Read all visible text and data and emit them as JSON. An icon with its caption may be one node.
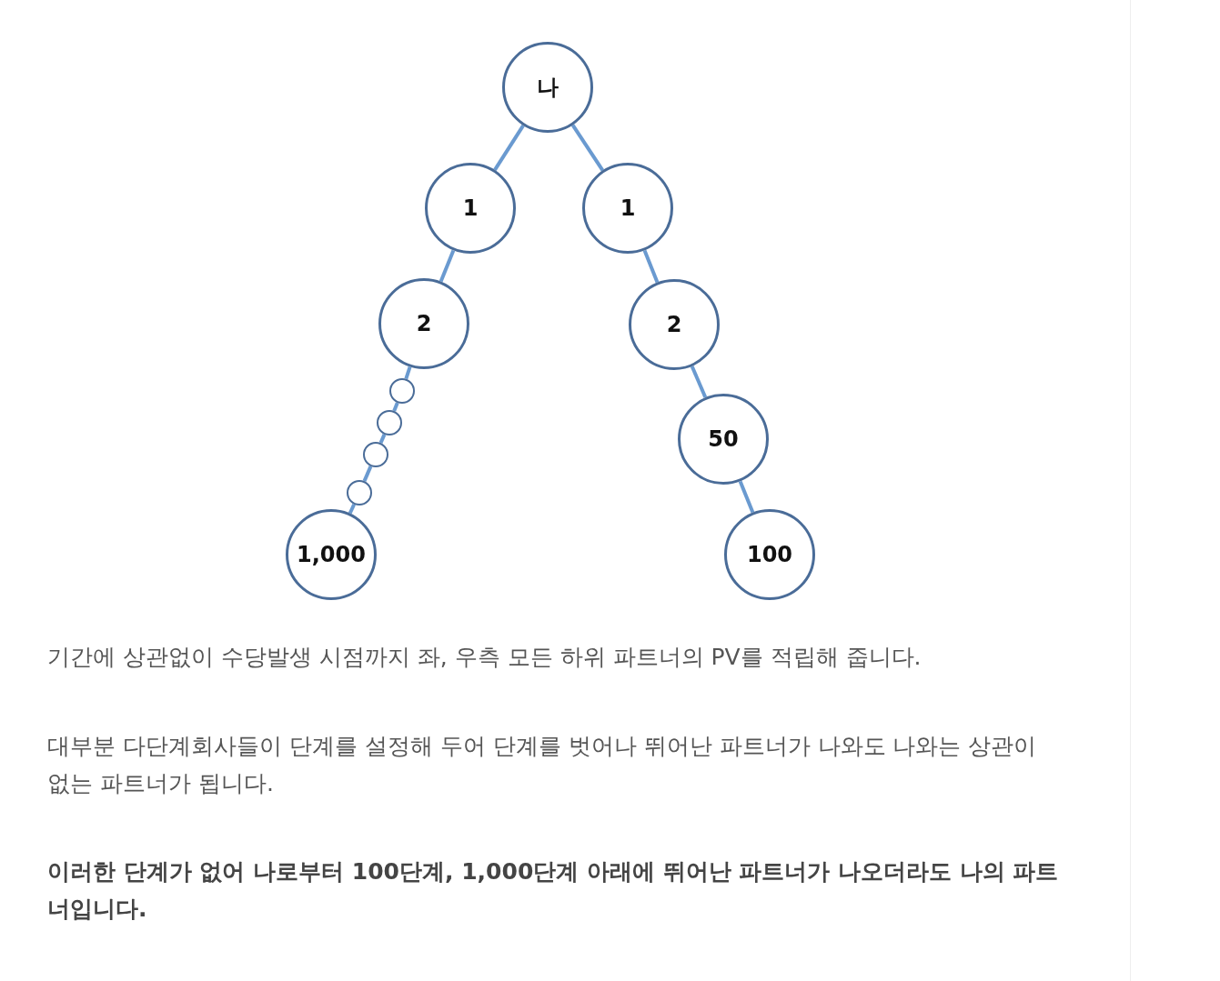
{
  "diagram": {
    "nodes": [
      {
        "text": [
          "나"
        ]
      },
      {
        "text": [
          "1"
        ]
      },
      {
        "text": [
          "1"
        ]
      },
      {
        "text": [
          "2"
        ]
      },
      {
        "text": [
          "2"
        ]
      },
      {
        "text": [],
        "shape": "circle"
      },
      {
        "text": [],
        "shape": "circle"
      },
      {
        "text": [],
        "shape": "circle"
      },
      {
        "text": [],
        "shape": "circle"
      },
      {
        "text": [
          "1,000"
        ]
      },
      {
        "text": [
          "50"
        ]
      },
      {
        "text": [
          "100"
        ]
      }
    ],
    "edges": [
      {
        "from": 0,
        "to": 1,
        "arrow": "none"
      },
      {
        "from": 0,
        "to": 2,
        "arrow": "none"
      },
      {
        "from": 1,
        "to": 3,
        "arrow": "none"
      },
      {
        "from": 2,
        "to": 4,
        "arrow": "none"
      },
      {
        "from": 3,
        "to": 5,
        "arrow": "none"
      },
      {
        "from": 5,
        "to": 6,
        "arrow": "none"
      },
      {
        "from": 6,
        "to": 7,
        "arrow": "none"
      },
      {
        "from": 7,
        "to": 8,
        "arrow": "none"
      },
      {
        "from": 8,
        "to": 9,
        "arrow": "none"
      },
      {
        "from": 4,
        "to": 10,
        "arrow": "none"
      },
      {
        "from": 10,
        "to": 11,
        "arrow": "none"
      }
    ],
    "labels": [
      "기간에 상관없이 수당발생 시점까지 좌, 우측 모든 하위 파트너의 PV를 적립해 줍니다.",
      "대부분 다단계회사들이 단계를 설정해 두어 단계를 벗어나 뛰어난 파트너가 나와도 나와는 상관이 없는 파트너가 됩니다.",
      "이러한 단계가 없어 나로부터 100단계, 1,000단계 아래에 뛰어난 파트너가 나오더라도 나의 파트너입니다."
    ]
  }
}
